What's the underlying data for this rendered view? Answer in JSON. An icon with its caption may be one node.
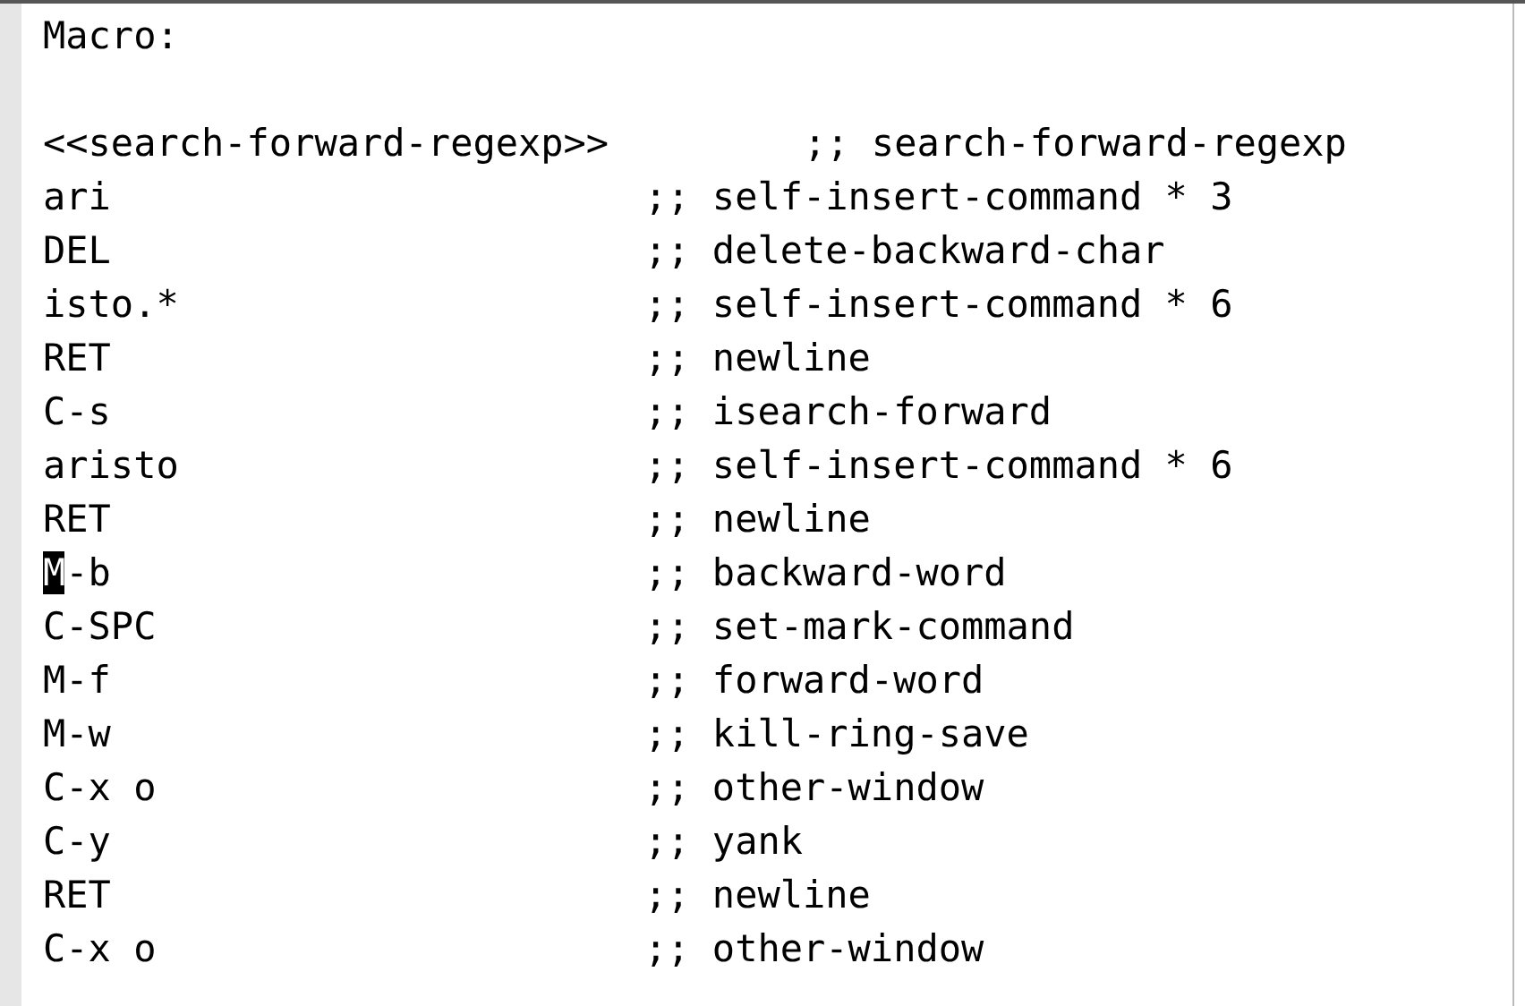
{
  "diagram": {
    "labels": [
      "Macro:",
      "<<search-forward-regexp>>",
      ";; search-forward-regexp",
      "ari",
      ";; self-insert-command * 3",
      "DEL",
      ";; delete-backward-char",
      "isto.*",
      ";; self-insert-command * 6",
      "RET",
      ";; newline",
      "C-s",
      ";; isearch-forward",
      "aristo",
      ";; self-insert-command * 6",
      "RET",
      ";; newline",
      "M-b",
      ";; backward-word",
      "C-SPC",
      ";; set-mark-command",
      "M-f",
      ";; forward-word",
      "M-w",
      ";; kill-ring-save",
      "C-x o",
      ";; other-window",
      "C-y",
      ";; yank",
      "RET",
      ";; newline",
      "C-x o",
      ";; other-window"
    ]
  }
}
